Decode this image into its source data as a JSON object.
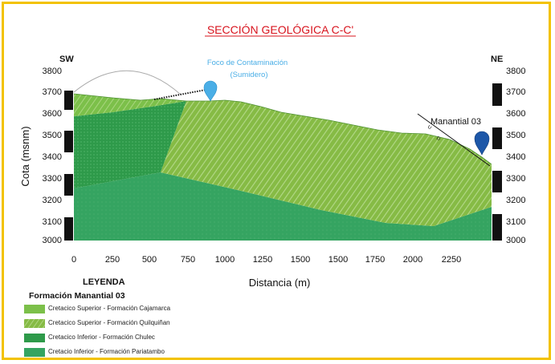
{
  "title": "SECCIÓN GEOLÓGICA C-C'",
  "direction_left": "SW",
  "direction_right": "NE",
  "y_axis_label": "Cota (msnm)",
  "x_axis_label": "Distancia (m)",
  "y_ticks": [
    "3800",
    "3700",
    "3600",
    "3500",
    "3400",
    "3300",
    "3200",
    "3100",
    "3000"
  ],
  "x_ticks": [
    "0",
    "250",
    "500",
    "750",
    "1000",
    "1250",
    "1500",
    "1500",
    "1750",
    "2000",
    "2250"
  ],
  "annotations": {
    "foco_line1": "Foco de Contaminación",
    "foco_line2": "(Sumidero)",
    "manantial": "Manantial 03",
    "fault_mark_upper": "U",
    "fault_mark_lower": "D"
  },
  "legend": {
    "heading": "LEYENDA",
    "subheading": "Formación Manantial 03",
    "items": [
      {
        "label": "Cretacico Superior - Formación Cajamarca",
        "color": "#7cc04a"
      },
      {
        "label": "Cretacico Superior - Formación Quilquiñan",
        "color": "#86bb45"
      },
      {
        "label": "Cretacico Inferior - Formación Chulec",
        "color": "#2e9a4a"
      },
      {
        "label": "Cretacio Inferior - Formación Pariatambo",
        "color": "#35a461"
      }
    ]
  },
  "colors": {
    "frame": "#f2c200",
    "title": "#d8141e",
    "foco_marker": "#4aaee6",
    "manantial_marker": "#1d57a8",
    "cajamarca": "#7cc04a",
    "quilquinan": "#86bb45",
    "chulec": "#2e9a4a",
    "pariatambo": "#35a461"
  },
  "icons": [
    "location-pin-icon",
    "location-pin-icon"
  ]
}
